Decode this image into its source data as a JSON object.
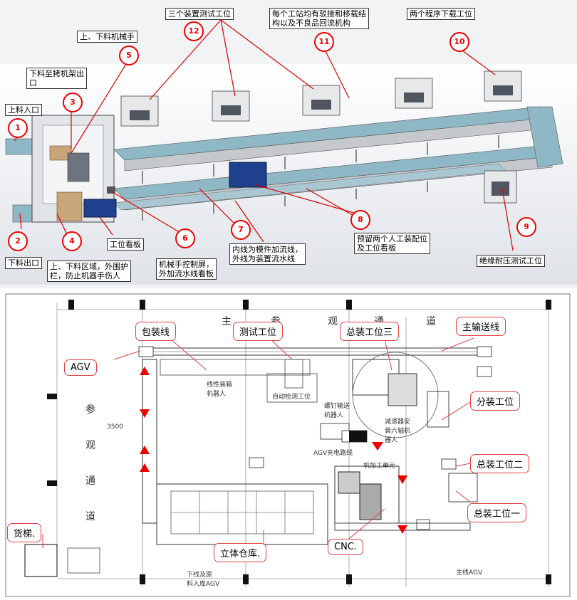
{
  "top_diagram": {
    "labels": {
      "l12": "三个装置测试工位",
      "l11": "每个工站均有驳接和移载结\n构以及不良品回流机构",
      "l10": "两个程序下载工位",
      "l5": "上、下料机械手",
      "l3": "下料至拷机架出\n口",
      "l1": "上料入口",
      "l2": "下料出口",
      "l4": "上、下料区域，外围护\n栏，防止机器手伤人",
      "kanban": "工位看板",
      "l6": "机械手控制屏，\n外加流水线看板",
      "l7": "内线为模件加流线，\n外线为装置流水线",
      "l8": "预留两个人工装配位\n及工位看板",
      "l9": "绝缘耐压测试工位"
    },
    "numbers": [
      "1",
      "2",
      "3",
      "4",
      "5",
      "6",
      "7",
      "8",
      "9",
      "10",
      "11",
      "12"
    ]
  },
  "bottom_diagram": {
    "labels": {
      "agv": "AGV",
      "packing": "包装线",
      "test": "测试工位",
      "assembly3": "总装工位三",
      "main_line": "主输送线",
      "sub_assembly": "分装工位",
      "assembly2": "总装工位二",
      "assembly1": "总装工位一",
      "cnc": "CNC.",
      "warehouse": "立体仓库.",
      "elevator": "货梯."
    },
    "visit_top": [
      "主",
      "参",
      "观",
      "通",
      "道"
    ],
    "visit_left": [
      "参",
      "观",
      "通",
      "道"
    ],
    "small_text": {
      "auto_test": "自动检测工位",
      "agv_path": "AGV充电路线",
      "machining": "机加工单元",
      "main_agv": "主线AGV",
      "dim": "3500",
      "unload_agv": "下线及原\n料入库AGV",
      "robot1": "线性装箱\n机器人",
      "robot2": "螺钉输送\n机器人",
      "robot3": "减速器安\n装六轴机\n器人"
    }
  },
  "colors": {
    "accent_red": "#e00000",
    "conveyor": "#8fb8c6",
    "frame": "#c0c4c8",
    "monitor": "#1f3f8f"
  }
}
